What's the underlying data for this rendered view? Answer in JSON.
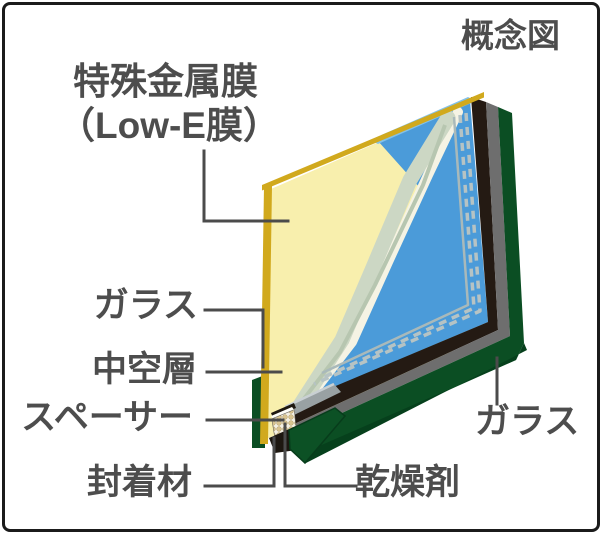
{
  "title": "概念図",
  "labels": {
    "film_line1": "特殊金属膜",
    "film_line2": "（Low-E膜）",
    "glass_left": "ガラス",
    "air_layer": "中空層",
    "spacer": "スペーサー",
    "sealant": "封着材",
    "desiccant": "乾燥剤",
    "glass_right": "ガラス"
  },
  "colors": {
    "background": "#ffffff",
    "border": "#1b1b1b",
    "text": "#4d4d4d",
    "leader": "#4b4b4b",
    "low_e_gold": "#d1a91d",
    "front_glass_cream": "#f8efad",
    "air_band_white": "#f5f3e4",
    "air_band_sage": "#ccd7c4",
    "air_band_sage_dark": "#b7c6b0",
    "rear_glass_blue": "#4b9bd9",
    "rear_glass_blue_light": "#82c1ea",
    "spacer_dash_gray": "#b6c3c4",
    "spacer_line_gray": "#a9b9ba",
    "edge_black": "#241a13",
    "edge_gray": "#6e6e6e",
    "edge_green": "#0b4e23",
    "edge_green_dark": "#06401c",
    "corner_green": "#0c5125",
    "spacer_rail_gray": "#99a1a3",
    "spacer_rail_highlight": "#c9d0d3",
    "spacer_box_face": "#f4f0e3",
    "spacer_box_top": "#fdfdf8",
    "desiccant_bead": "#d9c490",
    "sealant_black": "#1d1710"
  }
}
